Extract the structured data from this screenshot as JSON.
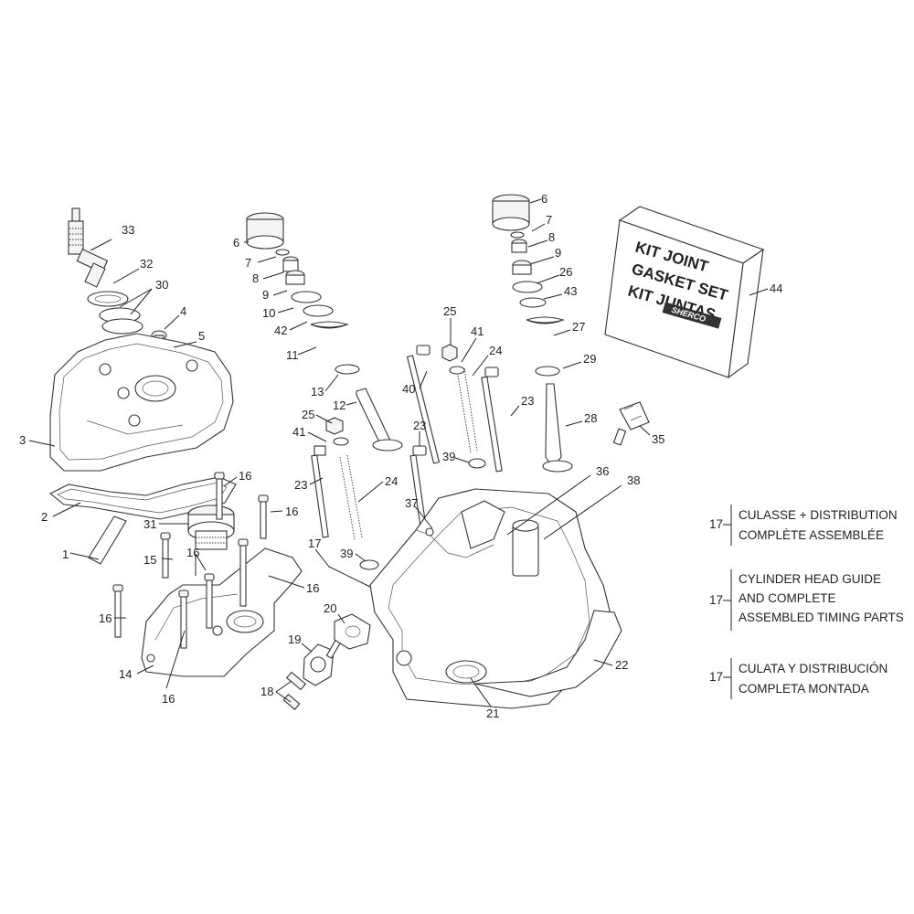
{
  "callouts": {
    "c1": "1",
    "c2": "2",
    "c3": "3",
    "c4": "4",
    "c5": "5",
    "c6a": "6",
    "c6b": "6",
    "c7a": "7",
    "c7b": "7",
    "c8a": "8",
    "c8b": "8",
    "c9a": "9",
    "c9b": "9",
    "c10": "10",
    "c11": "11",
    "c12": "12",
    "c13": "13",
    "c14": "14",
    "c15": "15",
    "c16a": "16",
    "c16b": "16",
    "c16c": "16",
    "c16d": "16",
    "c16e": "16",
    "c16f": "16",
    "c17": "17",
    "c18": "18",
    "c19": "19",
    "c20": "20",
    "c21": "21",
    "c22": "22",
    "c23a": "23",
    "c23b": "23",
    "c23c": "23",
    "c24a": "24",
    "c24b": "24",
    "c25a": "25",
    "c25b": "25",
    "c26": "26",
    "c27": "27",
    "c28": "28",
    "c29": "29",
    "c30": "30",
    "c31": "31",
    "c32": "32",
    "c33": "33",
    "c35": "35",
    "c36": "36",
    "c37": "37",
    "c38": "38",
    "c39a": "39",
    "c39b": "39",
    "c40": "40",
    "c41a": "41",
    "c41b": "41",
    "c42": "42",
    "c43": "43",
    "c44": "44"
  },
  "kit_box": {
    "line1": "KIT JOINT",
    "line2": "GASKET SET",
    "line3": "KIT JUNTAS",
    "logo_text": "SHERCO"
  },
  "notes": [
    {
      "ref": "17",
      "line1": "CULASSE + DISTRIBUTION",
      "line2": "COMPLÈTE ASSEMBLÉE",
      "line3": ""
    },
    {
      "ref": "17",
      "line1": "CYLINDER HEAD GUIDE",
      "line2": "AND COMPLETE",
      "line3": "ASSEMBLED TIMING PARTS"
    },
    {
      "ref": "17",
      "line1": "CULATA Y DISTRIBUCIÓN",
      "line2": "COMPLETA MONTADA",
      "line3": ""
    }
  ]
}
